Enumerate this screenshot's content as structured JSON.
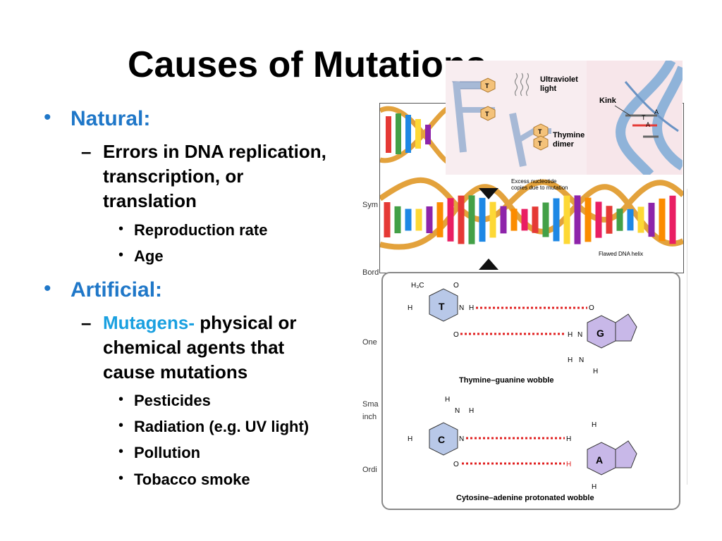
{
  "title": "Causes of Mutations",
  "natural": {
    "heading": "Natural:",
    "item": "Errors in DNA replication,",
    "item_line2": "transcription, or",
    "item_line3": "translation",
    "subitems": [
      "Reproduction rate",
      "Age"
    ]
  },
  "artificial": {
    "heading": "Artificial:",
    "mutagens_label": "Mutagens-",
    "mutagens_text": " physical or",
    "mutagens_line2": "chemical agents that",
    "mutagens_line3": "cause mutations",
    "subitems": [
      "Pesticides",
      "Radiation (e.g. UV light)",
      "Pollution",
      "Tobacco smoke"
    ]
  },
  "uv_figure": {
    "uv_label_1": "Ultraviolet",
    "uv_label_2": "light",
    "dimer_label_1": "Thymine",
    "dimer_label_2": "dimer",
    "kink_label": "Kink",
    "base_t": "T",
    "base_a": "A"
  },
  "helix_figure": {
    "top_caption_1": "Excess nucleotide",
    "top_caption_2": "copies due to mutation",
    "bottom_caption": "Flawed DNA helix"
  },
  "side_fragments": [
    "Sym",
    "Bord",
    "One",
    "Sma",
    "inch",
    "Ordi"
  ],
  "wobble_figure": {
    "pair1_caption": "Thymine–guanine wobble",
    "pair2_caption": "Cytosine–adenine protonated wobble",
    "base_T": "T",
    "base_G": "G",
    "base_C": "C",
    "base_A": "A",
    "h3c": "H₃C",
    "atom_O": "O",
    "atom_N": "N",
    "atom_H": "H"
  },
  "colors": {
    "heading_blue": "#1f77c8",
    "mutagen_blue": "#1aa0e0",
    "helix_strand": "#e3a23c",
    "dashed_bond": "#e02020",
    "pyrimidine_fill": "#b8c8e8",
    "purine_fill": "#c8b8e8"
  }
}
